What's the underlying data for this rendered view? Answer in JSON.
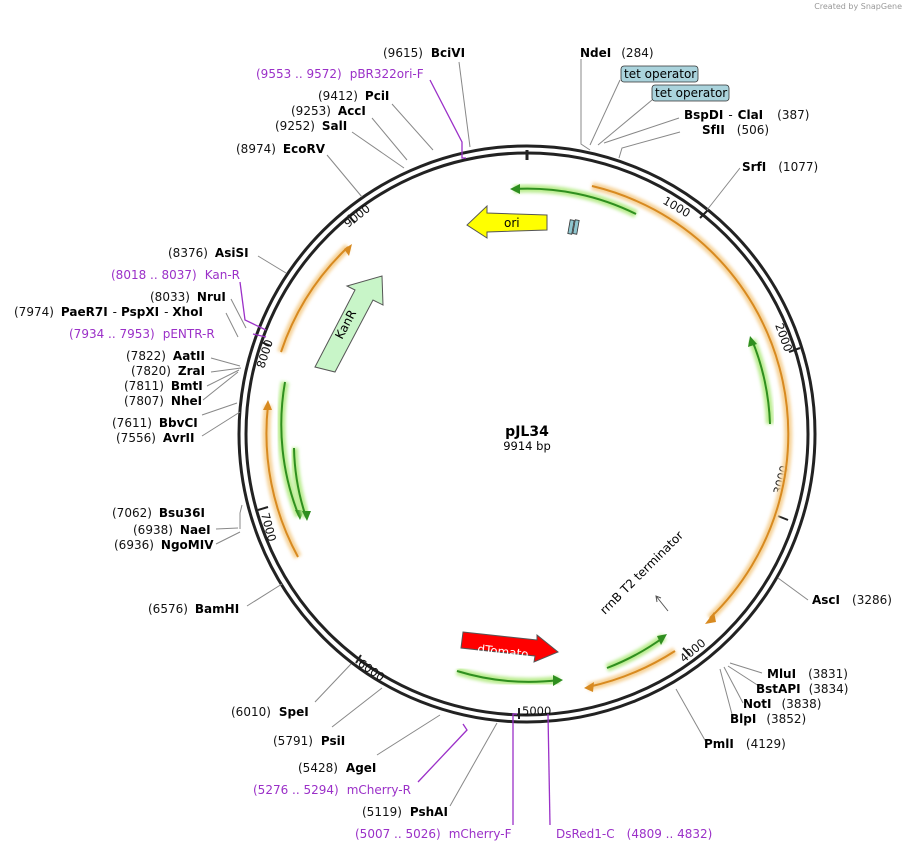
{
  "credit": "Created by SnapGene",
  "plasmid": {
    "name": "pJL34",
    "size_label": "9914 bp"
  },
  "ticks": [
    "1000",
    "2000",
    "3000",
    "4000",
    "5000",
    "6000",
    "7000",
    "8000",
    "9000"
  ],
  "features": [
    {
      "id": "ori",
      "label": "ori"
    },
    {
      "id": "kanr",
      "label": "KanR"
    },
    {
      "id": "dtomato",
      "label": "dTomato"
    },
    {
      "id": "rrnb",
      "label": "rrnB T2 terminator"
    },
    {
      "id": "tetop1",
      "label": "tet operator"
    },
    {
      "id": "tetop2",
      "label": "tet operator"
    }
  ],
  "sites": [
    {
      "id": "bcivi",
      "pos": "(9615)",
      "name": "BciVI"
    },
    {
      "id": "ndei",
      "pos": "(284)",
      "name": "NdeI"
    },
    {
      "id": "pcii",
      "pos": "(9412)",
      "name": "PciI"
    },
    {
      "id": "acci",
      "pos": "(9253)",
      "name": "AccI"
    },
    {
      "id": "sali",
      "pos": "(9252)",
      "name": "SalI"
    },
    {
      "id": "ecorv",
      "pos": "(8974)",
      "name": "EcoRV"
    },
    {
      "id": "bspdi",
      "pos": "(387)",
      "name": "BspDI",
      "name2": "ClaI"
    },
    {
      "id": "sfii",
      "pos": "(506)",
      "name": "SfII"
    },
    {
      "id": "srfi",
      "pos": "(1077)",
      "name": "SrfI"
    },
    {
      "id": "asisi",
      "pos": "(8376)",
      "name": "AsiSI"
    },
    {
      "id": "nrui",
      "pos": "(8033)",
      "name": "NruI"
    },
    {
      "id": "paer7i",
      "pos": "(7974)",
      "name": "PaeR7I",
      "name2": "PspXI",
      "name3": "XhoI"
    },
    {
      "id": "aatii",
      "pos": "(7822)",
      "name": "AatII"
    },
    {
      "id": "zrai",
      "pos": "(7820)",
      "name": "ZraI"
    },
    {
      "id": "bmti",
      "pos": "(7811)",
      "name": "BmtI"
    },
    {
      "id": "nhei",
      "pos": "(7807)",
      "name": "NheI"
    },
    {
      "id": "bbvci",
      "pos": "(7611)",
      "name": "BbvCI"
    },
    {
      "id": "avrii",
      "pos": "(7556)",
      "name": "AvrII"
    },
    {
      "id": "bsu36i",
      "pos": "(7062)",
      "name": "Bsu36I"
    },
    {
      "id": "naei",
      "pos": "(6938)",
      "name": "NaeI"
    },
    {
      "id": "ngomiv",
      "pos": "(6936)",
      "name": "NgoMIV"
    },
    {
      "id": "bamhi",
      "pos": "(6576)",
      "name": "BamHI"
    },
    {
      "id": "asci",
      "pos": "(3286)",
      "name": "AscI"
    },
    {
      "id": "mlui",
      "pos": "(3831)",
      "name": "MluI"
    },
    {
      "id": "bstapi",
      "pos": "(3834)",
      "name": "BstAPI"
    },
    {
      "id": "noti",
      "pos": "(3838)",
      "name": "NotI"
    },
    {
      "id": "blpi",
      "pos": "(3852)",
      "name": "BlpI"
    },
    {
      "id": "pmli",
      "pos": "(4129)",
      "name": "PmlI"
    },
    {
      "id": "spei",
      "pos": "(6010)",
      "name": "SpeI"
    },
    {
      "id": "psti",
      "pos": "(5791)",
      "name": "PsiI"
    },
    {
      "id": "agei",
      "pos": "(5428)",
      "name": "AgeI"
    },
    {
      "id": "pshai",
      "pos": "(5119)",
      "name": "PshAI"
    }
  ],
  "primers": [
    {
      "id": "pbr322ori",
      "range": "(9553 .. 9572)",
      "name": "pBR322ori-F"
    },
    {
      "id": "kanr_p",
      "range": "(8018 .. 8037)",
      "name": "Kan-R"
    },
    {
      "id": "pentr",
      "range": "(7934 .. 7953)",
      "name": "pENTR-R"
    },
    {
      "id": "mcherryr",
      "range": "(5276 .. 5294)",
      "name": "mCherry-R"
    },
    {
      "id": "mcherryf",
      "range": "(5007 .. 5026)",
      "name": "mCherry-F"
    },
    {
      "id": "dsred",
      "range": "(4809 .. 4832)",
      "name": "DsRed1-C"
    }
  ],
  "colors": {
    "primer": "#9b30c8",
    "orf": "#e8a33d",
    "orf_glow": "#f6d39a",
    "green": "#2f8f1f",
    "green_glow": "#b9ec8e",
    "ori": "#ffff00",
    "kanr": "#c8f5c8",
    "dtomato": "#ff0000",
    "tetop": "#8fc6cf"
  }
}
